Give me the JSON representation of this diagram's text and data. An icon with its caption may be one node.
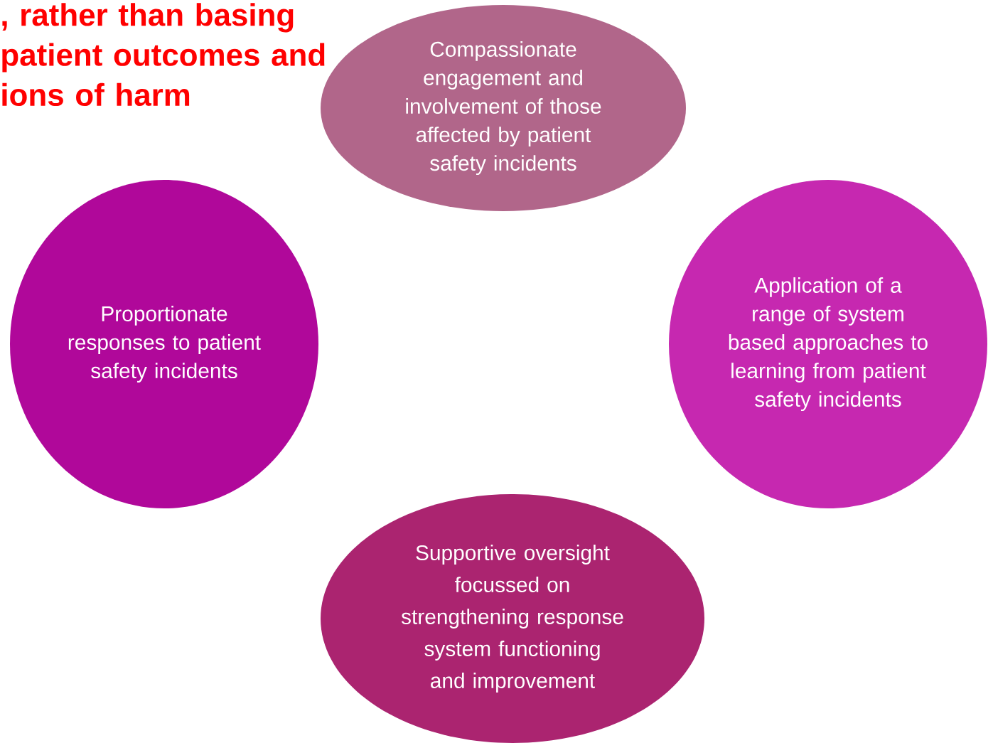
{
  "diagram": {
    "nodes": [
      {
        "text": [
          "Compassionate engagement and involvement of those affected by patient safety incidents"
        ]
      },
      {
        "text": [
          "Proportionate responses to patient safety incidents"
        ]
      },
      {
        "text": [
          "Application of a range of system based approaches to learning from patient safety incidents"
        ]
      },
      {
        "text": [
          "Supportive oversight focussed on strengthening response system functioning and improvement"
        ]
      }
    ],
    "labels": [
      ", rather than basing patient outcomes and ions of harm"
    ]
  }
}
